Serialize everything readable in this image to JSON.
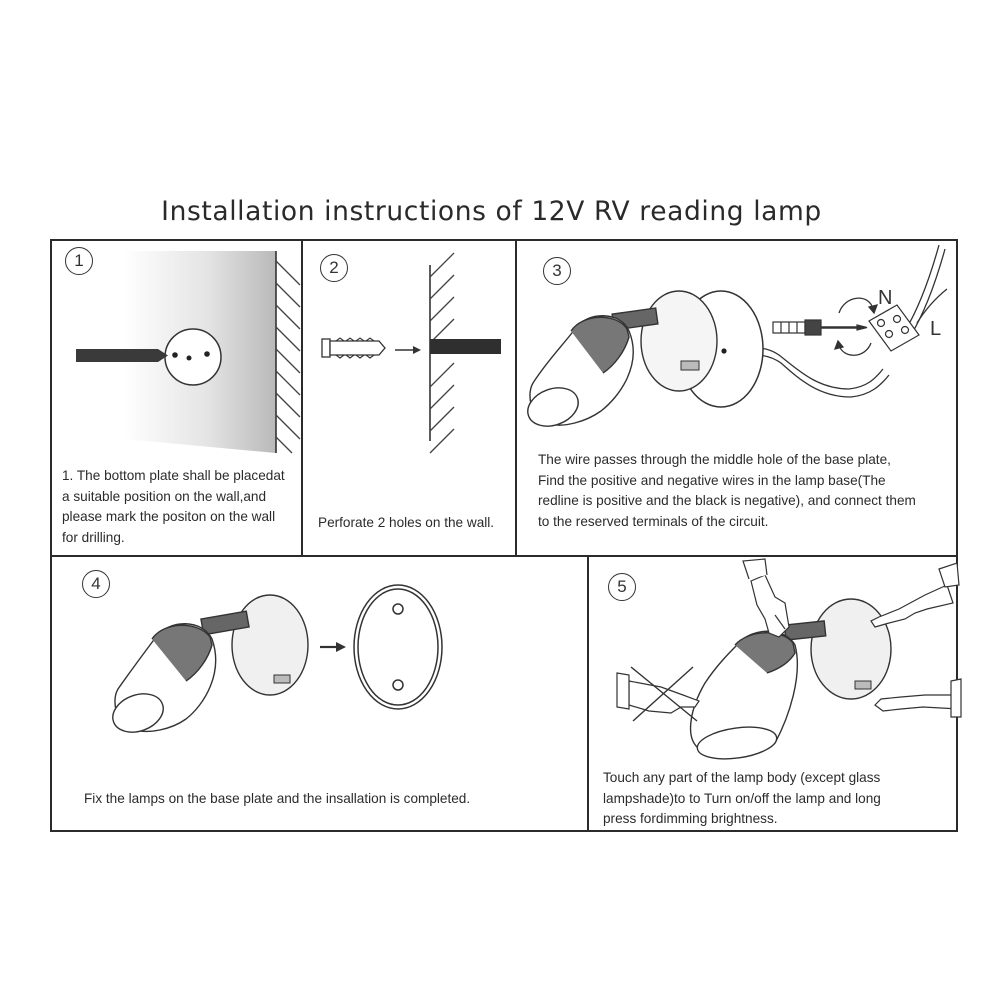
{
  "title": "Installation instructions of 12V RV reading lamp",
  "steps": [
    {
      "number": "1",
      "caption_lines": [
        "1. The bottom plate shall be placedat",
        "a suitable position on the wall,and",
        "please mark the positon on the wall",
        "for drilling."
      ]
    },
    {
      "number": "2",
      "caption_lines": [
        "Perforate 2 holes on the wall."
      ]
    },
    {
      "number": "3",
      "caption_lines": [
        "The wire passes through the middle hole of the base plate,",
        "Find the positive and negative wires in the lamp base(The",
        "redline is positive and the black is negative), and connect them",
        "to the reserved terminals of the circuit."
      ],
      "labels": {
        "neutral": "N",
        "live": "L"
      }
    },
    {
      "number": "4",
      "caption_lines": [
        "Fix the lamps on the base plate and the insallation is completed."
      ]
    },
    {
      "number": "5",
      "caption_lines": [
        "Touch any part of the lamp body (except glass",
        "lampshade)to to Turn on/off the lamp and long",
        "press fordimming brightness."
      ]
    }
  ],
  "colors": {
    "line": "#2b2b2b",
    "fill_dark": "#666666",
    "fill_mid": "#cfcfcf",
    "fill_light": "#efefef"
  }
}
